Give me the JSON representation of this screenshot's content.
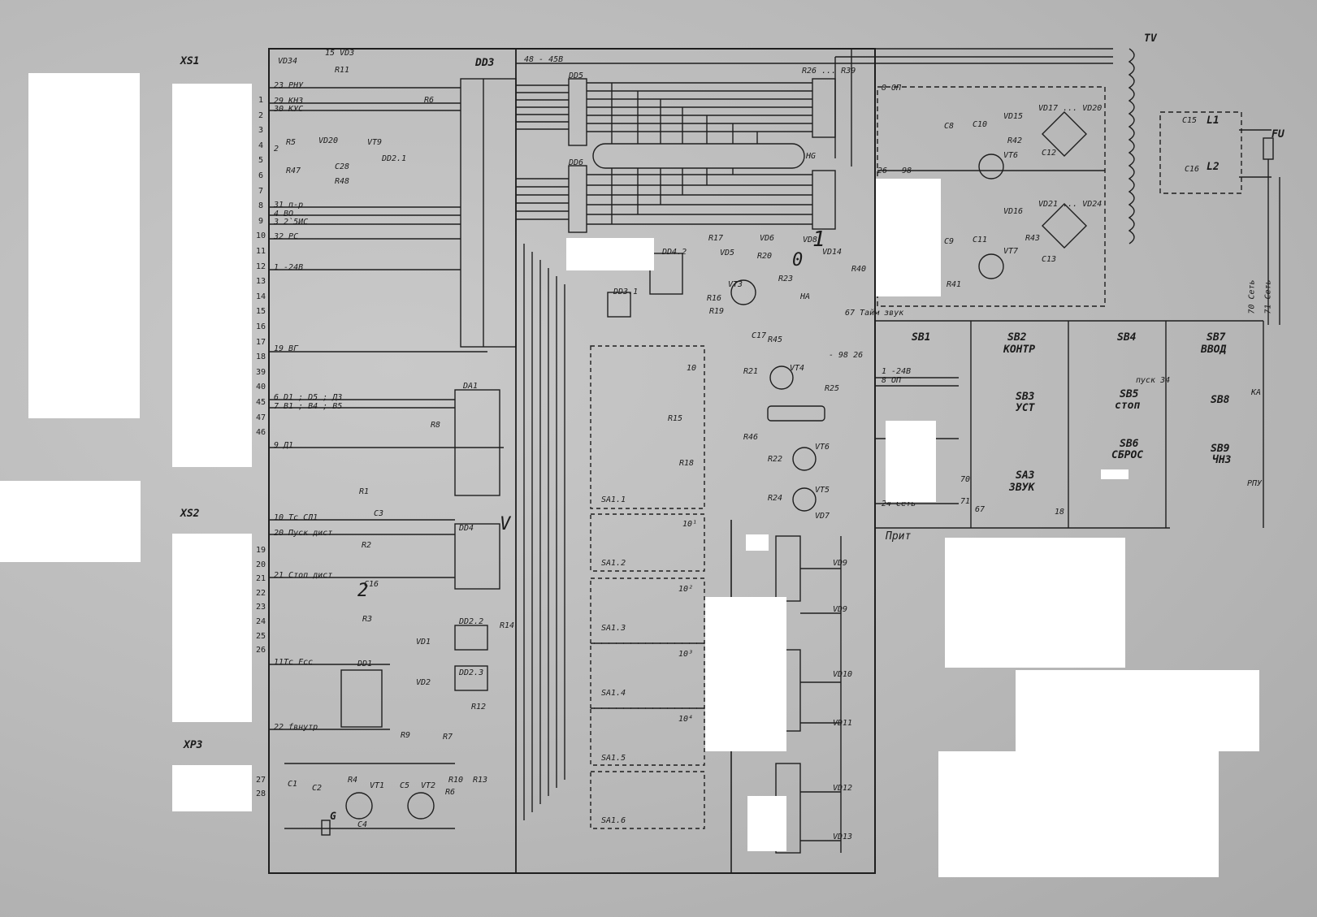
{
  "connectors": {
    "xs1": "XS1",
    "xs2": "XS2",
    "xp3": "XP3"
  },
  "xs1_pins": [
    "1",
    "2",
    "3",
    "4",
    "5",
    "6",
    "7",
    "8",
    "9",
    "10",
    "11",
    "12",
    "13",
    "14",
    "15",
    "16",
    "17",
    "18",
    "39",
    "40",
    "45",
    "47",
    "46"
  ],
  "xs2_pins": [
    "19",
    "20",
    "21",
    "22",
    "23",
    "24",
    "25",
    "26"
  ],
  "xp3_pins": [
    "27",
    "28"
  ],
  "signals": {
    "s23": "23 РНУ",
    "s29": "29 КНЗ",
    "s30": "30 КУС",
    "s2": "2",
    "s31": "31 п-р",
    "s4": "4 ВО",
    "s3": "3 2`5ИС",
    "s32": "32 РС",
    "s1": "1 -24В",
    "s19": "19 ВГ",
    "s6": "6 D1 ; D5 ; Д3",
    "s7": "7 B1 ; B4 ; B5",
    "s9": "9 Д1",
    "s10": "10 Тс СЛ1",
    "s20": "20 Пуск дист",
    "s21": "21 Стоп дист",
    "s11": "11Тс Fсс",
    "s22": "22 fвнутр",
    "s48": "48 - 45В",
    "s8op": "8 ОП",
    "s2698": "26 - 98",
    "s67": "67 Тайм звук",
    "s9826": "- 98 26"
  },
  "chips": {
    "dd3": "DD3",
    "dd5": "DD5",
    "dd6": "DD6",
    "da1": "DA1",
    "dd4": "DD4",
    "dd1": "DD1",
    "dd2": "DD2",
    "dd21": "DD2.1",
    "dd22": "DD2.2",
    "dd23": "DD2.3",
    "dd42": "DD4.2",
    "dd31": "DD3.1",
    "ha": "HA",
    "hg": "HG",
    "tv": "TV",
    "fu": "FU"
  },
  "parts": {
    "r11": "R11",
    "vd34": "VD34",
    "vd15": "15 VD3",
    "r5": "R5",
    "r6": "R6",
    "vt9": "VT9",
    "vd20": "VD20",
    "r47": "R47",
    "r48": "R48",
    "c28": "C28",
    "r8": "R8",
    "r1": "R1",
    "c3": "C3",
    "r2": "R2",
    "c16": "C16",
    "r3": "R3",
    "vd1": "VD1",
    "vd2": "VD2",
    "r14": "R14",
    "r12": "R12",
    "r9": "R9",
    "r7": "R7",
    "r4": "R4",
    "vt1": "VT1",
    "c5": "C5",
    "vt2": "VT2",
    "r10": "R10",
    "r13": "R13",
    "c1": "C1",
    "c2": "C2",
    "c4": "C4",
    "g": "G",
    "r6b": "R6",
    "r17": "R17",
    "vd6": "VD6",
    "vd5": "VD5",
    "r20": "R20",
    "vt3": "VT3",
    "r23": "R23",
    "r16": "R16",
    "r19": "R19",
    "r45": "R45",
    "c17": "C17",
    "r21": "R21",
    "vt4": "VT4",
    "r25": "R25",
    "r46": "R46",
    "r22": "R22",
    "vt6": "VT6",
    "r24": "R24",
    "vt5": "VT5",
    "vd7": "VD7",
    "r15": "R15",
    "r18": "R18",
    "vd14": "VD14",
    "r40": "R40",
    "r26_39": "R26 ... R39",
    "c8": "C8",
    "c10": "C10",
    "vd15b": "VD15",
    "vd17_20": "VD17 ... VD20",
    "r42": "R42",
    "vt6b": "VT6",
    "c12": "C12",
    "c9": "C9",
    "c11": "C11",
    "vd16": "VD16",
    "vd21_24": "VD21 ... VD24",
    "r43": "R43",
    "vt7": "VT7",
    "c13": "C13",
    "r41": "R41",
    "c15": "C15",
    "l1": "L1",
    "c16b": "C16",
    "l2": "L2",
    "vd8": "VD8",
    "vd9": "VD9",
    "vd10": "VD10",
    "vd11": "VD11",
    "vd12": "VD12",
    "vd13": "VD13",
    "sa1_1": "SA1.1",
    "sa1_2": "SA1.2",
    "sa1_3": "SA1.3",
    "sa1_4": "SA1.4",
    "sa1_5": "SA1.5",
    "sa1_6": "SA1.6",
    "p10": "10",
    "p10_1": "10¹",
    "p10_2": "10²",
    "p10_3": "10³",
    "p10_4": "10⁴"
  },
  "switches": {
    "sb1": "SB1",
    "sb2": "SB2",
    "sb2n": "КОНТР",
    "sb3": "SB3",
    "sb3n": "УСТ",
    "sa3": "SA3",
    "sa3n": "ЗВУК",
    "sb4": "SB4",
    "sb5": "SB5",
    "sb5n": "стоп",
    "sb6": "SB6",
    "sb6n": "СБРОС",
    "sb7": "SB7",
    "sb7n": "ВВОД",
    "sb8": "SB8",
    "sb9": "SB9",
    "sb9n": "ЧНЗ",
    "pusk": "пуск 34",
    "rpu": "РПУ",
    "s124": "1 -24В",
    "s8": "8 ОП",
    "s70": "70",
    "s71": "71",
    "s67": "67",
    "s18": "18",
    "ka": "КА",
    "net70": "70 Сеть",
    "net71": "71 Сеть",
    "net24": "24 Сеть"
  },
  "handwritten": {
    "h1": "1",
    "h0": "0",
    "h2": "2",
    "hv": "V"
  },
  "header_fragment": "Прит"
}
